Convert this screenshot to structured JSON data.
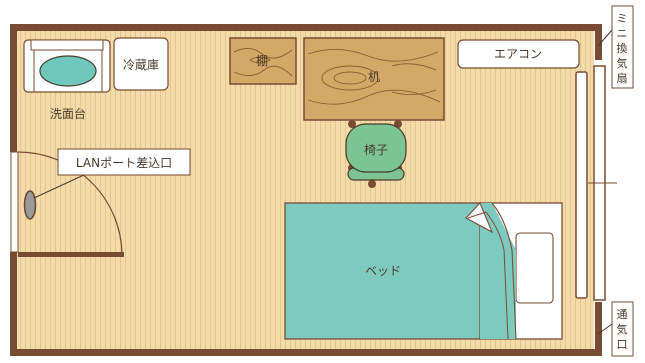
{
  "labels": {
    "washbasin": "洗面台",
    "fridge": "冷蔵庫",
    "shelf": "棚",
    "desk": "机",
    "aircon": "エアコン",
    "chair": "椅子",
    "lan_port": "LANポート差込口",
    "bed": "ベッド",
    "mini_fan": [
      "ミ",
      "ニ",
      "換",
      "気",
      "扇"
    ],
    "vent": [
      "通",
      "気",
      "口"
    ]
  },
  "colors": {
    "floor": "#f3dcaa",
    "floor_stripe": "#e6c98f",
    "wall": "#7a4b33",
    "wood": "#d4a866",
    "wood_line": "#8a5d32",
    "bed_sheet": "#7dcbbf",
    "chair": "#7cc593",
    "washbasin": "#6fc8bc",
    "furniture_white": "#ffffff"
  }
}
